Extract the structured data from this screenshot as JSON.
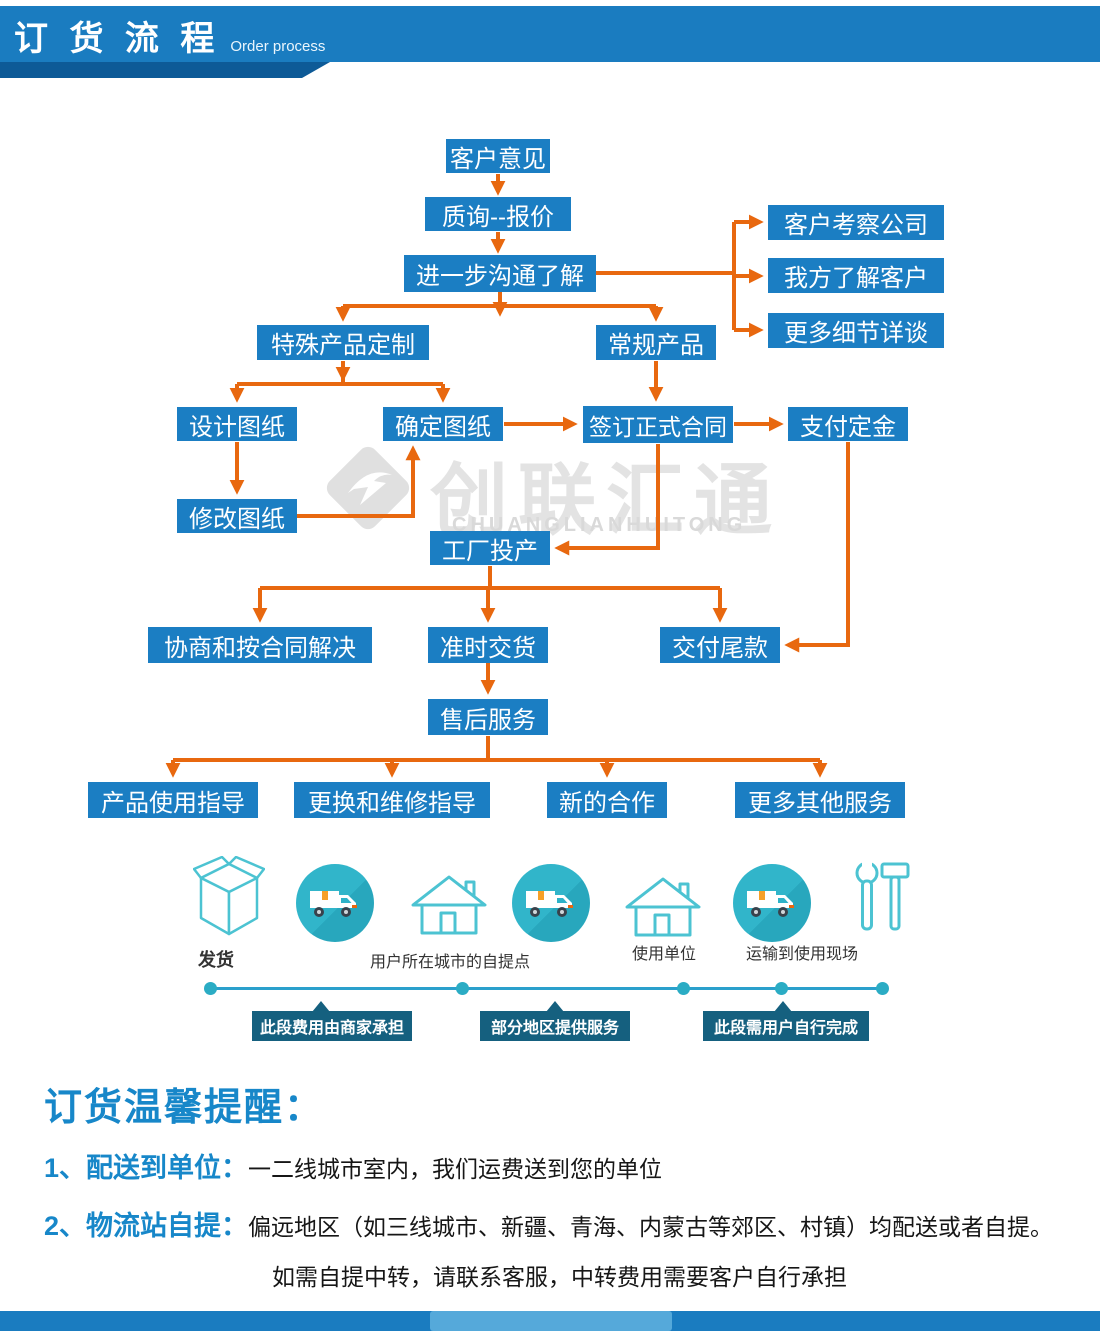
{
  "header": {
    "title": "订 货 流 程",
    "subtitle": "Order process"
  },
  "flow": {
    "nodes": [
      "客户意见",
      "质询--报价",
      "进一步沟通了解",
      "客户考察公司",
      "我方了解客户",
      "更多细节详谈",
      "特殊产品定制",
      "常规产品",
      "设计图纸",
      "确定图纸",
      "签订正式合同",
      "支付定金",
      "修改图纸",
      "工厂投产",
      "协商和按合同解决",
      "准时交货",
      "交付尾款",
      "售后服务",
      "产品使用指导",
      "更换和维修指导",
      "新的合作",
      "更多其他服务"
    ]
  },
  "watermark": {
    "cn": "创联汇通",
    "en": "CHUANGLIANHUITONG"
  },
  "logistics": {
    "labels": {
      "ship": "发货",
      "pickup": "用户所在城市的自提点",
      "unit": "使用单位",
      "transport": "运输到使用现场"
    },
    "tags": [
      "此段费用由商家承担",
      "部分地区提供服务",
      "此段需用户自行完成"
    ],
    "icons": [
      "package-icon",
      "truck-icon",
      "house-icon",
      "truck-icon",
      "house-icon",
      "truck-icon",
      "tools-icon"
    ]
  },
  "notice": {
    "title": "订货温馨提醒：",
    "items": [
      {
        "label": "1、配送到单位：",
        "text": "一二线城市室内，我们运费送到您的单位"
      },
      {
        "label": "2、物流站自提：",
        "text": "偏远地区（如三线城市、新疆、青海、内蒙古等郊区、村镇）均配送或者自提。"
      }
    ],
    "note": "如需自提中转，请联系客服，中转费用需要客户自行承担"
  },
  "colors": {
    "primary_blue": "#1b7ec3",
    "arrow_orange": "#e8680f",
    "teal": "#2eb2c8",
    "tag_blue": "#15607f",
    "watermark_gray": "#e3e3e3"
  }
}
